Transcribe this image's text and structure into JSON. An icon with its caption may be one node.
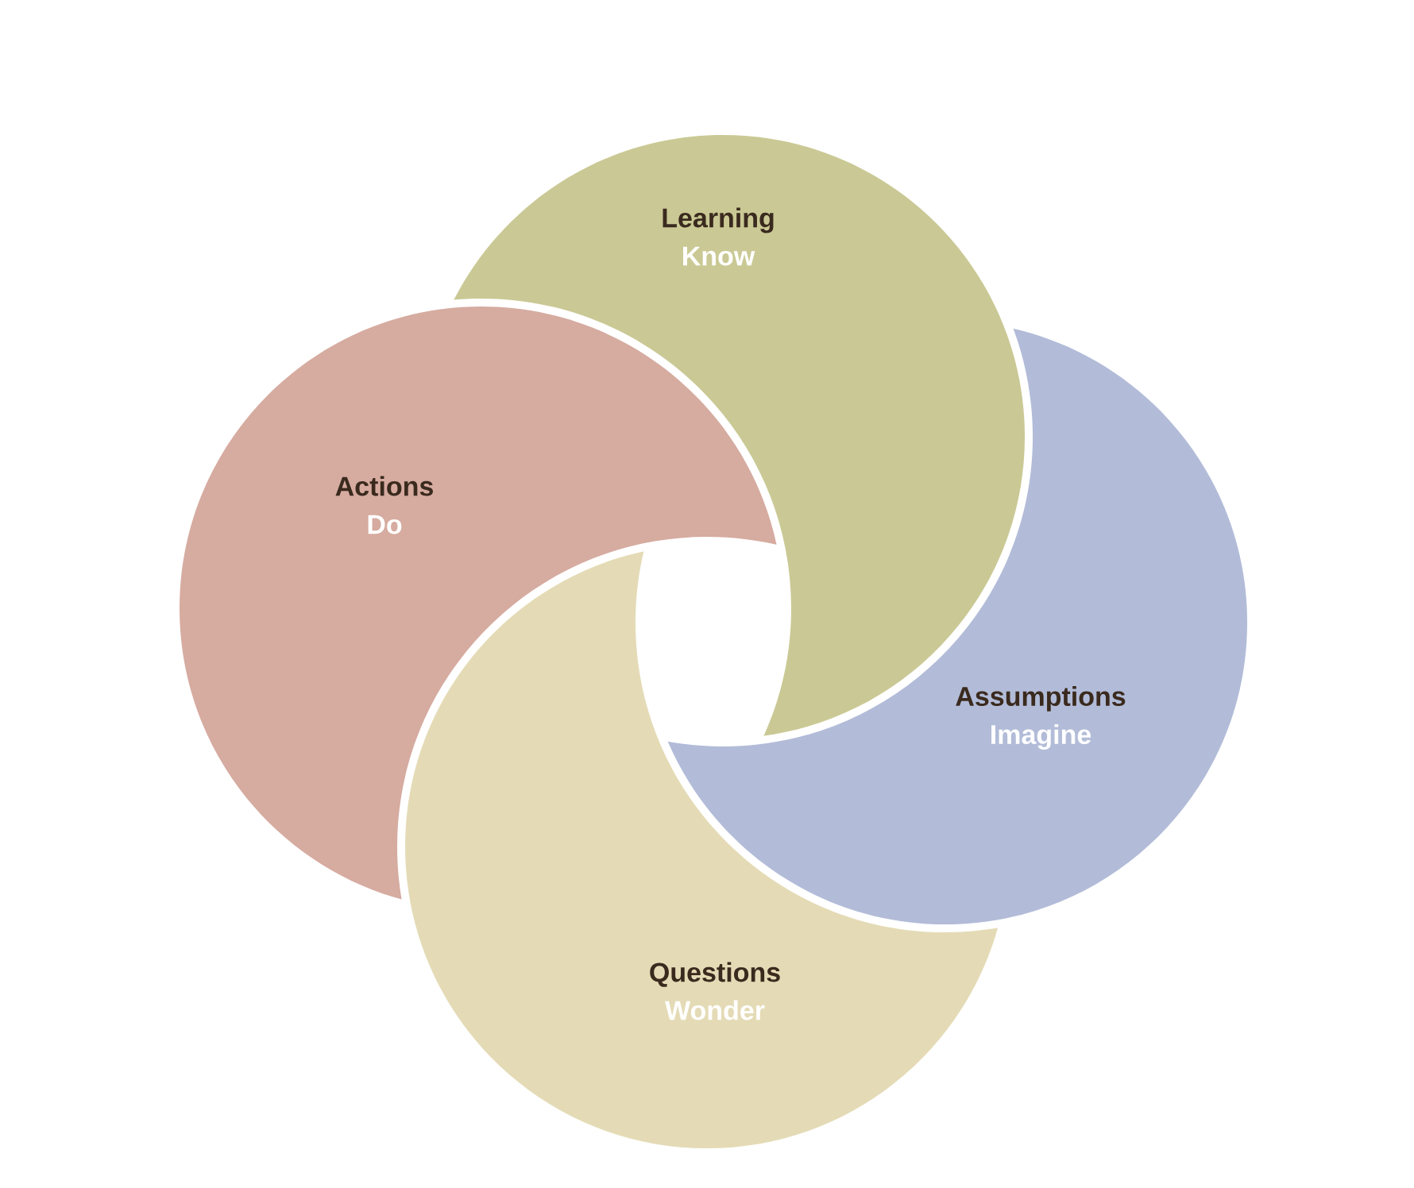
{
  "diagram": {
    "nodes": [
      {
        "text": [
          "Learning",
          "Know"
        ]
      },
      {
        "text": [
          "Actions",
          "Do"
        ]
      },
      {
        "text": [
          "Assumptions",
          "Imagine"
        ]
      },
      {
        "text": [
          "Questions",
          "Wonder"
        ]
      }
    ]
  }
}
